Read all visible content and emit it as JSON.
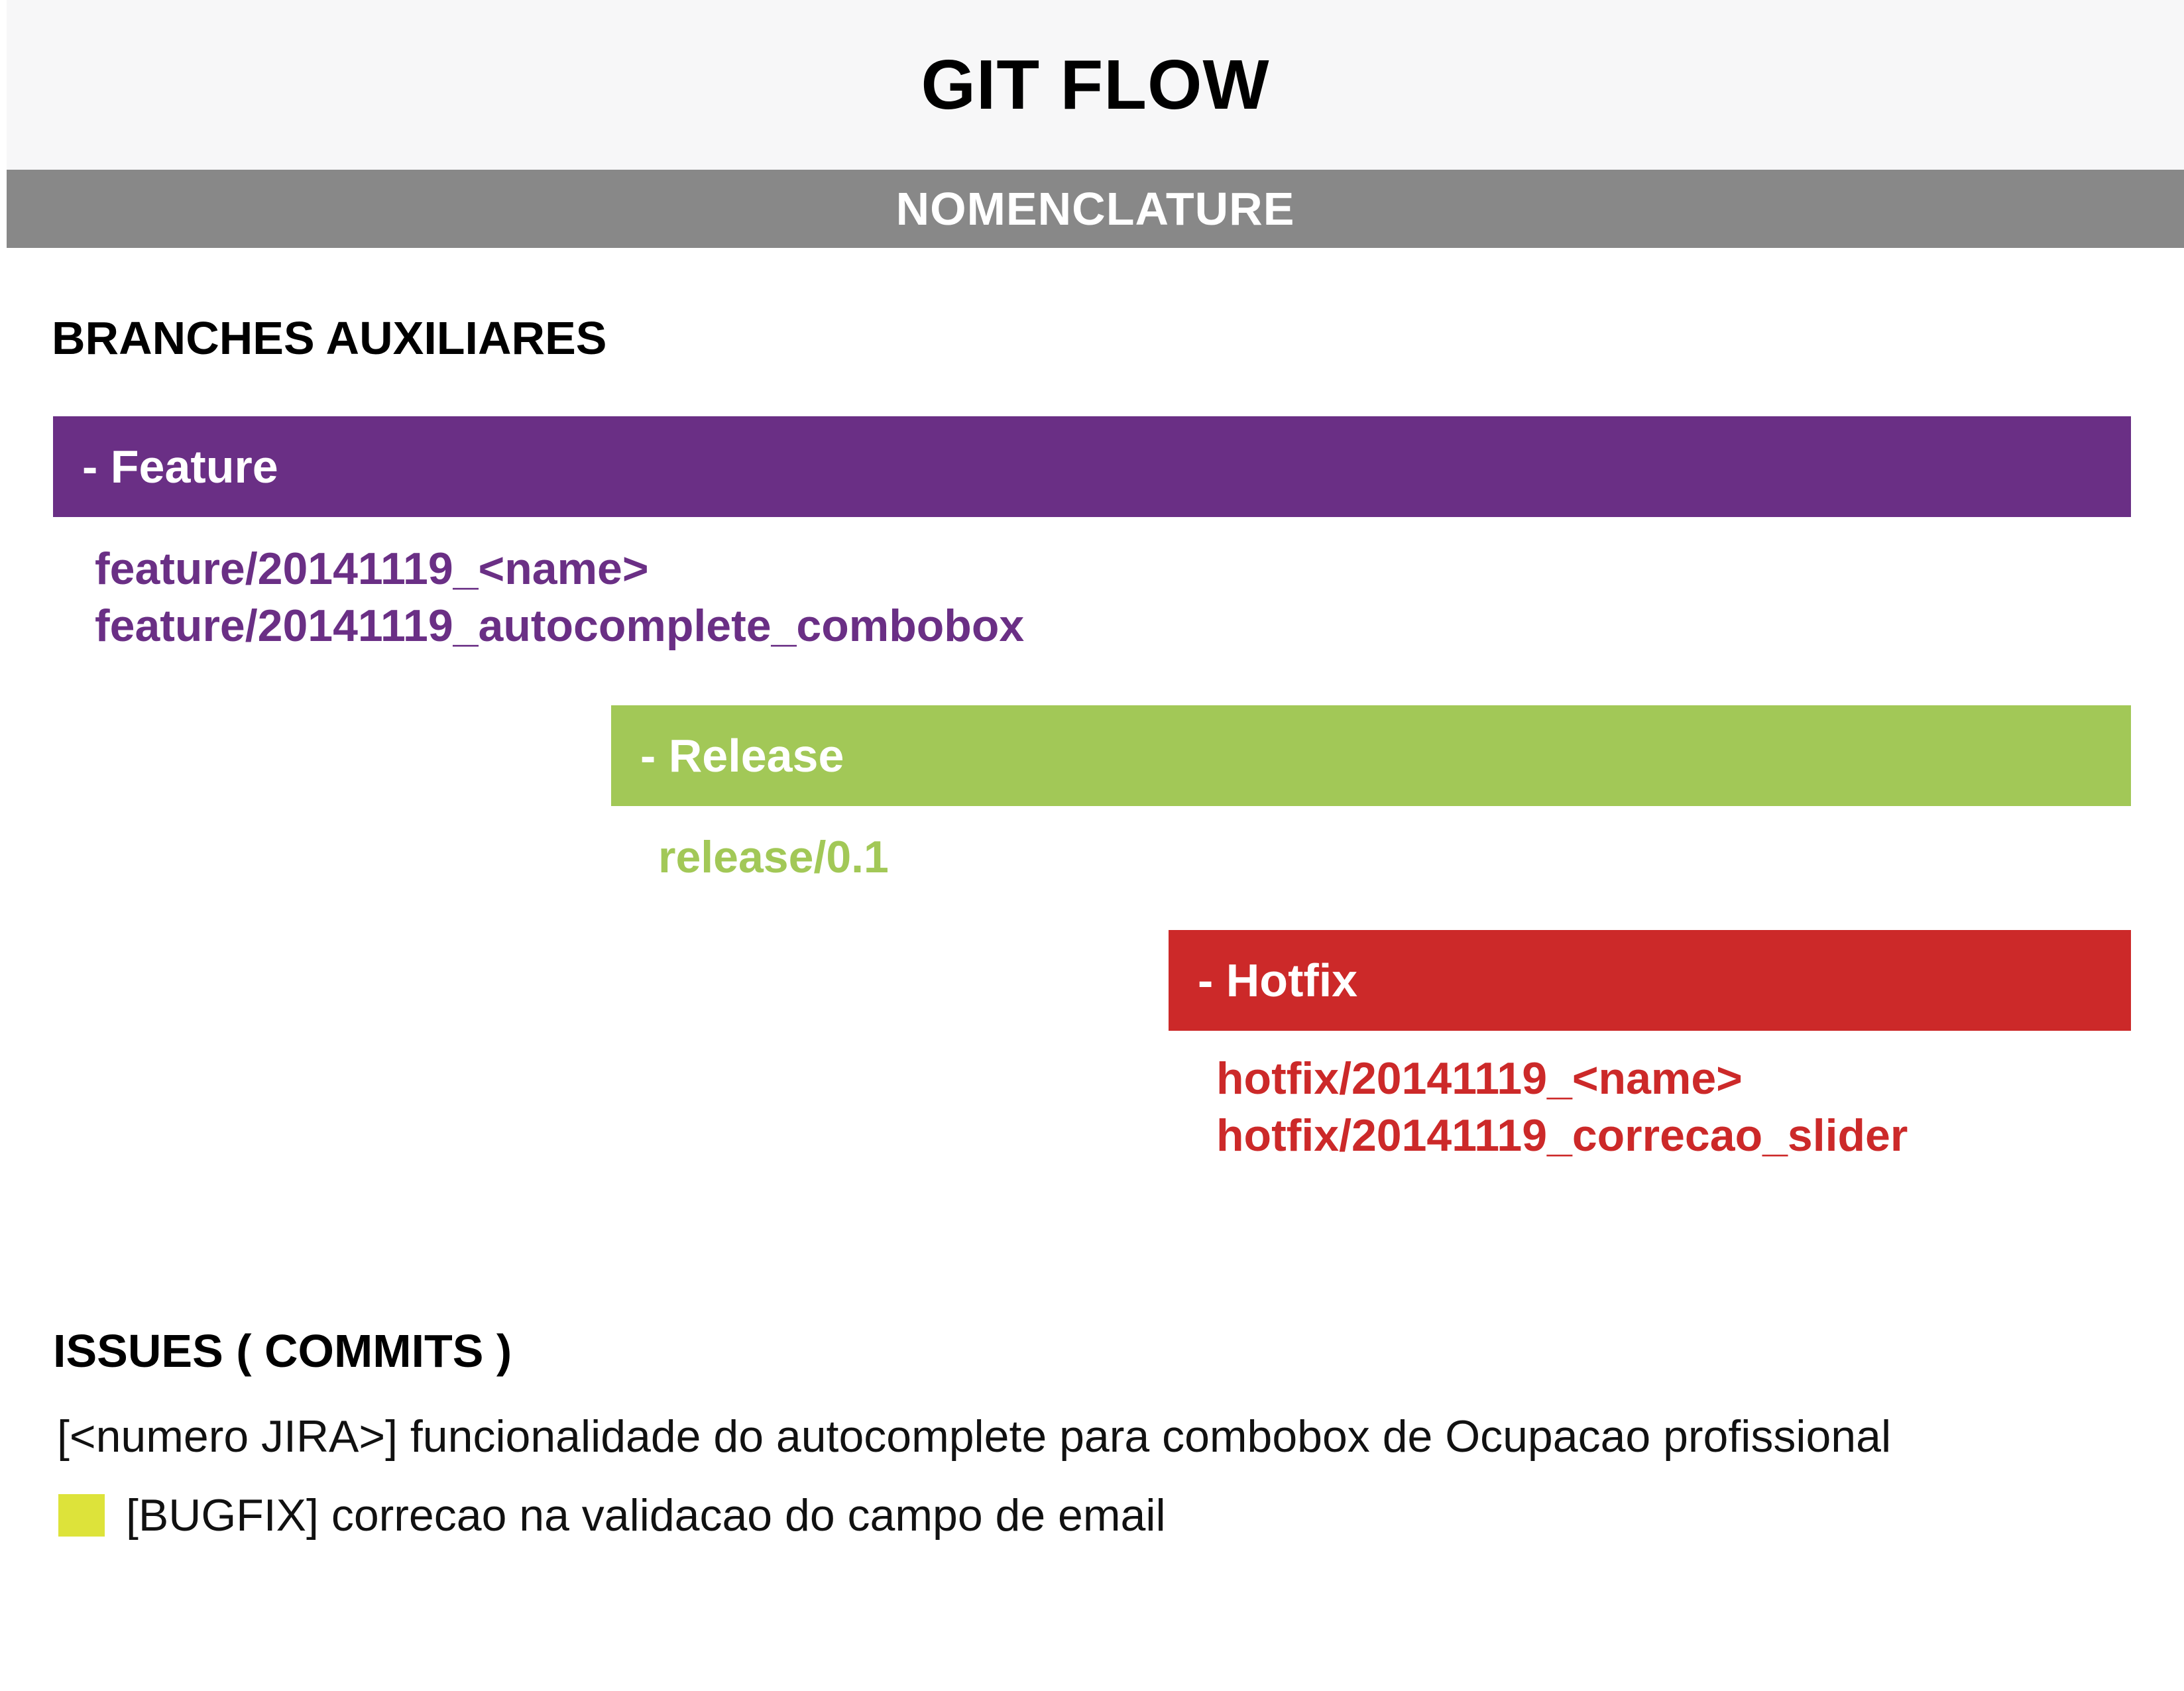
{
  "header": {
    "title": "GIT FLOW",
    "subtitle": "NOMENCLATURE"
  },
  "branches_section": {
    "heading": "BRANCHES AUXILIARES",
    "branches": [
      {
        "label": "- Feature",
        "color": "#6a2f85",
        "examples": [
          "feature/20141119_<name>",
          "feature/20141119_autocomplete_combobox"
        ]
      },
      {
        "label": "- Release",
        "color": "#a2c857",
        "examples": [
          "release/0.1"
        ]
      },
      {
        "label": "- Hotfix",
        "color": "#cc2929",
        "examples": [
          "hotfix/20141119_<name>",
          "hotfix/20141119_correcao_slider"
        ]
      }
    ]
  },
  "issues_section": {
    "heading": "ISSUES ( COMMITS )",
    "lines": [
      "[<numero JIRA>] funcionalidade do autocomplete para combobox de Ocupacao profissional",
      "[BUGFIX] correcao na validacao do campo de email"
    ],
    "bugfix_swatch_color": "#dde33a"
  }
}
